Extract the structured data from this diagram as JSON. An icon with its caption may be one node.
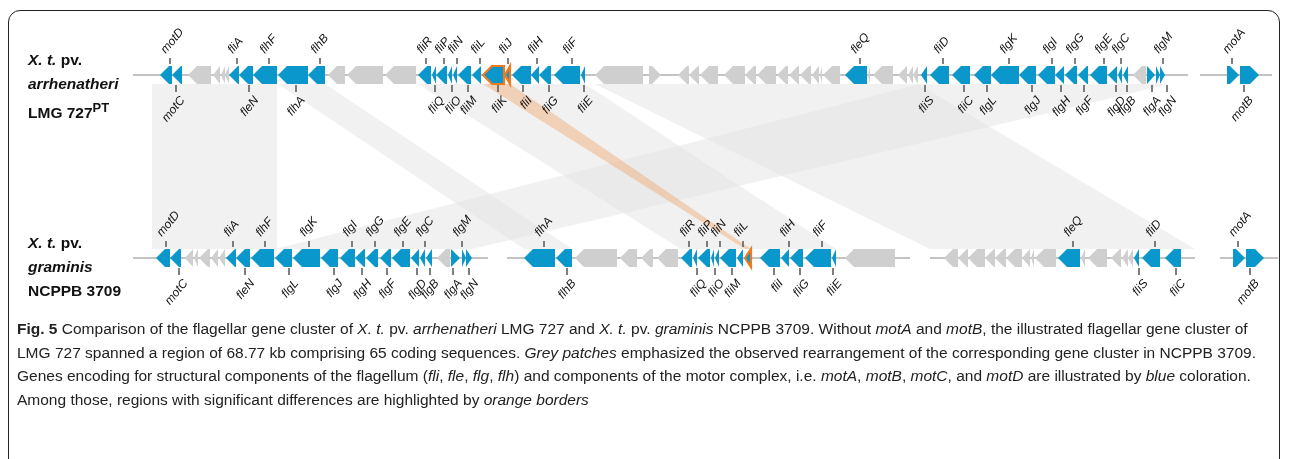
{
  "diagram": {
    "caption": "**Fig. 5** Comparison of the flagellar gene cluster of *X. t.* pv. *arrhenatheri* LMG 727 and *X. t.* pv. *graminis* NCPPB 3709. Without *motA* and *motB*, the illustrated flagellar gene cluster of LMG 727 spanned a region of 68.77 kb comprising 65 coding sequences. *Grey patches* emphasized the observed rearrangement of the corresponding gene cluster in NCPPB 3709. Genes encoding for structural components of the flagellum (*fli*, *fle*, *flg*, *flh*) and components of the motor complex, i.e. *motA*, *motB*, *motC*, and *motD* are illustrated by *blue* coloration. Among those, regions with significant differences are highlighted by *orange borders*",
    "nodes": [
      {
        "text": [
          "motD"
        ]
      },
      {
        "text": [
          "motC"
        ]
      },
      {
        "text": [
          "fliA"
        ]
      },
      {
        "text": [
          "fleN"
        ]
      },
      {
        "text": [
          "flhF"
        ]
      },
      {
        "text": [
          "flhA"
        ]
      },
      {
        "text": [
          "flhB"
        ]
      },
      {
        "text": [
          "fliR"
        ]
      },
      {
        "text": [
          "fliQ"
        ]
      },
      {
        "text": [
          "fliP"
        ]
      },
      {
        "text": [
          "fliO"
        ]
      },
      {
        "text": [
          "fliN"
        ]
      },
      {
        "text": [
          "fliM"
        ]
      },
      {
        "text": [
          "fliL"
        ]
      },
      {
        "text": [
          "fliK"
        ]
      },
      {
        "text": [
          "fliJ"
        ]
      },
      {
        "text": [
          "fliI"
        ]
      },
      {
        "text": [
          "fliH"
        ]
      },
      {
        "text": [
          "fliG"
        ]
      },
      {
        "text": [
          "fliF"
        ]
      },
      {
        "text": [
          "fliE"
        ]
      },
      {
        "text": [
          "fleQ"
        ]
      },
      {
        "text": [
          "fliS"
        ]
      },
      {
        "text": [
          "fliD"
        ]
      },
      {
        "text": [
          "fliC"
        ]
      },
      {
        "text": [
          "flgL"
        ]
      },
      {
        "text": [
          "flgK"
        ]
      },
      {
        "text": [
          "flgJ"
        ]
      },
      {
        "text": [
          "flgI"
        ]
      },
      {
        "text": [
          "flgH"
        ]
      },
      {
        "text": [
          "flgG"
        ]
      },
      {
        "text": [
          "flgF"
        ]
      },
      {
        "text": [
          "flgE"
        ]
      },
      {
        "text": [
          "flgD"
        ]
      },
      {
        "text": [
          "flgC"
        ]
      },
      {
        "text": [
          "flgB"
        ]
      },
      {
        "text": [
          "flgA"
        ]
      },
      {
        "text": [
          "flgM"
        ]
      },
      {
        "text": [
          "flgN"
        ]
      },
      {
        "text": [
          "motA"
        ]
      },
      {
        "text": [
          "motB"
        ]
      },
      {
        "text": [
          "motD"
        ]
      },
      {
        "text": [
          "motC"
        ]
      },
      {
        "text": [
          "fliA"
        ]
      },
      {
        "text": [
          "fleN"
        ]
      },
      {
        "text": [
          "flhF"
        ]
      },
      {
        "text": [
          "flgL"
        ]
      },
      {
        "text": [
          "flgK"
        ]
      },
      {
        "text": [
          "flgJ"
        ]
      },
      {
        "text": [
          "flgI"
        ]
      },
      {
        "text": [
          "flgH"
        ]
      },
      {
        "text": [
          "flgG"
        ]
      },
      {
        "text": [
          "flgF"
        ]
      },
      {
        "text": [
          "flgE"
        ]
      },
      {
        "text": [
          "flgD"
        ]
      },
      {
        "text": [
          "flgC"
        ]
      },
      {
        "text": [
          "flgB"
        ]
      },
      {
        "text": [
          "flgA"
        ]
      },
      {
        "text": [
          "flgM"
        ]
      },
      {
        "text": [
          "flgN"
        ]
      },
      {
        "text": [
          "flhA"
        ]
      },
      {
        "text": [
          "flhB"
        ]
      },
      {
        "text": [
          "fliR"
        ]
      },
      {
        "text": [
          "fliQ"
        ]
      },
      {
        "text": [
          "fliP"
        ]
      },
      {
        "text": [
          "fliO"
        ]
      },
      {
        "text": [
          "fliN"
        ]
      },
      {
        "text": [
          "fliM"
        ]
      },
      {
        "text": [
          "fliL"
        ]
      },
      {
        "text": [],
        "shape": "arrow"
      },
      {
        "text": [
          "fliI"
        ]
      },
      {
        "text": [
          "fliH"
        ]
      },
      {
        "text": [
          "fliG"
        ]
      },
      {
        "text": [
          "fliF"
        ]
      },
      {
        "text": [
          "fliE"
        ]
      },
      {
        "text": [
          "fleQ"
        ]
      },
      {
        "text": [
          "fliS"
        ]
      },
      {
        "text": [
          "fliD"
        ]
      },
      {
        "text": [
          "fliC"
        ]
      },
      {
        "text": [
          "motA"
        ]
      },
      {
        "text": [
          "motB"
        ]
      }
    ],
    "labels": [
      "*X. t.* pv. *arrhenatheri* LMG 727$^{PT}$",
      "*X. t.* pv. *graminis* NCPPB 3709"
    ]
  }
}
